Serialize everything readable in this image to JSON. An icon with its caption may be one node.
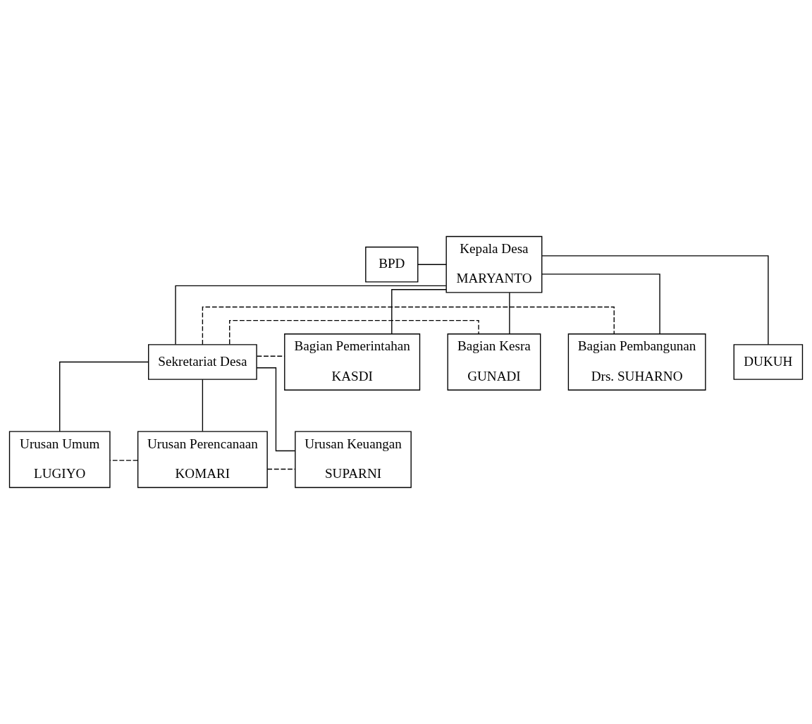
{
  "diagram": {
    "nodes": [
      {
        "text": [
          "BPD"
        ]
      },
      {
        "text": [
          "Kepala Desa",
          "MARYANTO"
        ]
      },
      {
        "text": [
          "Sekretariat Desa"
        ]
      },
      {
        "text": [
          "Urusan Umum",
          "LUGIYO"
        ]
      },
      {
        "text": [
          "Urusan Perencanaan",
          "KOMARI"
        ]
      },
      {
        "text": [
          "Urusan Keuangan",
          "SUPARNI"
        ]
      },
      {
        "text": [
          "Bagian Pemerintahan",
          "KASDI"
        ]
      },
      {
        "text": [
          "Bagian Kesra",
          "GUNADI"
        ]
      },
      {
        "text": [
          "Bagian Pembangunan",
          "Drs. SUHARNO"
        ]
      },
      {
        "text": [
          "DUKUH"
        ]
      }
    ],
    "edges": [
      {
        "from": 0,
        "to": 1,
        "arrow": "none"
      },
      {
        "from": 1,
        "to": 2,
        "arrow": "none"
      },
      {
        "from": 2,
        "to": 3,
        "arrow": "none"
      },
      {
        "from": 2,
        "to": 4,
        "arrow": "none"
      },
      {
        "from": 2,
        "to": 5,
        "arrow": "none"
      },
      {
        "from": 4,
        "to": 3,
        "arrow": "none",
        "style": "dashed"
      },
      {
        "from": 4,
        "to": 5,
        "arrow": "none",
        "style": "dashed"
      },
      {
        "from": 1,
        "to": 6,
        "arrow": "none"
      },
      {
        "from": 1,
        "to": 7,
        "arrow": "none"
      },
      {
        "from": 1,
        "to": 8,
        "arrow": "none"
      },
      {
        "from": 2,
        "to": 6,
        "arrow": "none",
        "style": "dashed"
      },
      {
        "from": 2,
        "to": 7,
        "arrow": "none",
        "style": "dashed"
      },
      {
        "from": 2,
        "to": 8,
        "arrow": "none",
        "style": "dashed"
      },
      {
        "from": 1,
        "to": 9,
        "arrow": "none"
      }
    ]
  }
}
